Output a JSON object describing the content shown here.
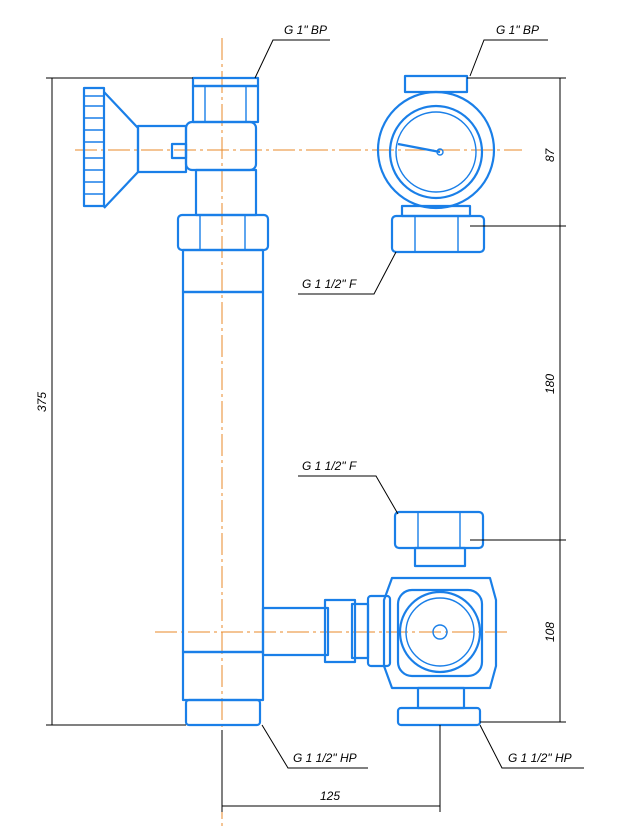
{
  "labels": {
    "top_left_thread": "G 1\" ВР",
    "top_right_thread": "G 1\" ВР",
    "upper_side_thread": "G 1 1/2\" F",
    "lower_side_thread": "G 1 1/2\" F",
    "bottom_left_thread": "G 1 1/2\" НР",
    "bottom_right_thread": "G 1 1/2\" НР"
  },
  "dimensions": {
    "total_height": "375",
    "top_section": "87",
    "middle_section": "180",
    "bottom_section": "108",
    "horizontal_offset": "125"
  },
  "colors": {
    "outline": "#1a7fe8",
    "centerline": "#e88a2a",
    "dimension": "#000000"
  }
}
